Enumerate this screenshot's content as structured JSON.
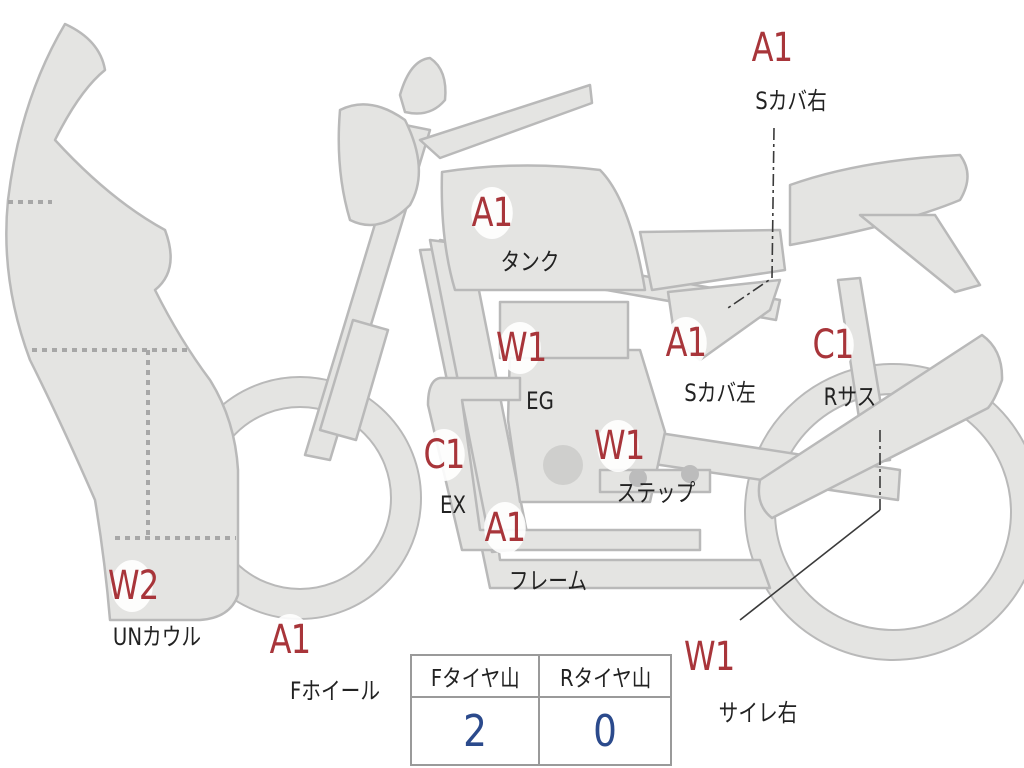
{
  "colors": {
    "part_fill": "#e4e4e2",
    "part_outline": "#b9b9b9",
    "grade_text": "#a8353a",
    "tread_value_text": "#2b4a8c"
  },
  "parts": [
    {
      "key": "s_cover_right",
      "grade": "A1",
      "label": "Sカバ右"
    },
    {
      "key": "tank",
      "grade": "A1",
      "label": "タンク"
    },
    {
      "key": "engine",
      "grade": "W1",
      "label": "EG"
    },
    {
      "key": "s_cover_left",
      "grade": "A1",
      "label": "Sカバ左"
    },
    {
      "key": "rear_suspension",
      "grade": "C1",
      "label": "Rサス"
    },
    {
      "key": "exhaust",
      "grade": "C1",
      "label": "EX"
    },
    {
      "key": "step",
      "grade": "W1",
      "label": "ステップ"
    },
    {
      "key": "frame",
      "grade": "A1",
      "label": "フレーム"
    },
    {
      "key": "under_cowl",
      "grade": "W2",
      "label": "UNカウル"
    },
    {
      "key": "front_wheel",
      "grade": "A1",
      "label": "Fホイール"
    },
    {
      "key": "muffler_right",
      "grade": "W1",
      "label": "サイレ右"
    }
  ],
  "tread_table": {
    "headers": [
      "Fタイヤ山",
      "Rタイヤ山"
    ],
    "values": [
      "2",
      "0"
    ]
  }
}
